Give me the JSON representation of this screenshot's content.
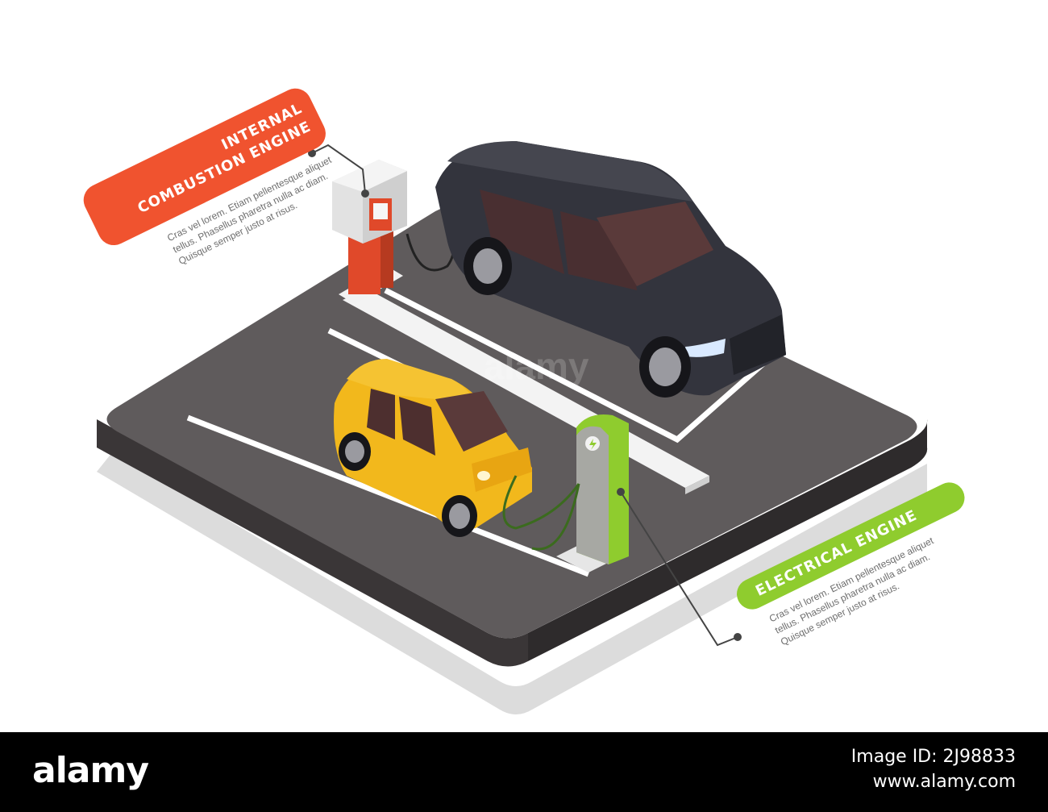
{
  "labels": {
    "ice_line1": "INTERNAL",
    "ice_line2": "COMBUSTION ENGINE",
    "ice_body": [
      "Cras vel lorem. Etiam pellentesque aliquet",
      "tellus. Phasellus pharetra nulla ac diam.",
      "Quisque semper justo at risus."
    ],
    "ev_title": "ELECTRICAL ENGINE",
    "ev_body": [
      "Cras vel lorem. Etiam pellentesque aliquet",
      "tellus. Phasellus pharetra nulla ac diam.",
      "Quisque semper justo at risus."
    ]
  },
  "watermark": "alamy",
  "footer": {
    "logo": "alamy",
    "image_id": "Image ID: 2J98833",
    "url": "www.alamy.com"
  },
  "colors": {
    "ice_accent": "#f0532f",
    "ev_accent": "#8fcc2e",
    "asphalt": "#5f5b5c",
    "car_dark": "#34353e",
    "car_yellow": "#f2b81c"
  }
}
